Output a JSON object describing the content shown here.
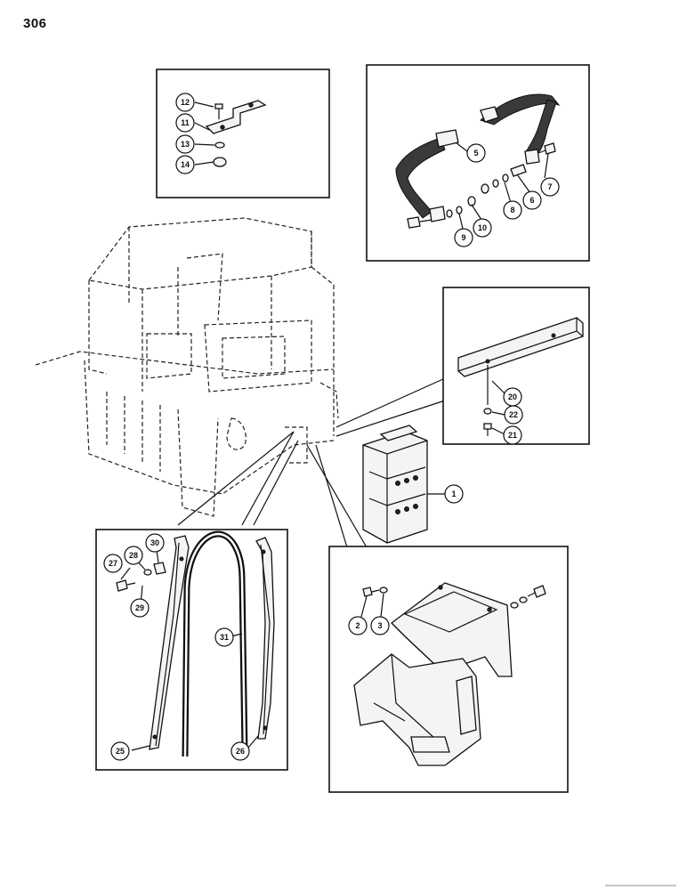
{
  "page": {
    "number": "306"
  },
  "callouts": {
    "c12": "12",
    "c11": "11",
    "c13": "13",
    "c14": "14",
    "c5": "5",
    "c7": "7",
    "c6": "6",
    "c8": "8",
    "c9": "9",
    "c10": "10",
    "c20": "20",
    "c22": "22",
    "c21": "21",
    "c1": "1",
    "c27": "27",
    "c28": "28",
    "c30": "30",
    "c29": "29",
    "c31": "31",
    "c25": "25",
    "c26": "26",
    "c2": "2",
    "c3": "3"
  },
  "colors": {
    "ink": "#111111",
    "paper": "#ffffff"
  }
}
